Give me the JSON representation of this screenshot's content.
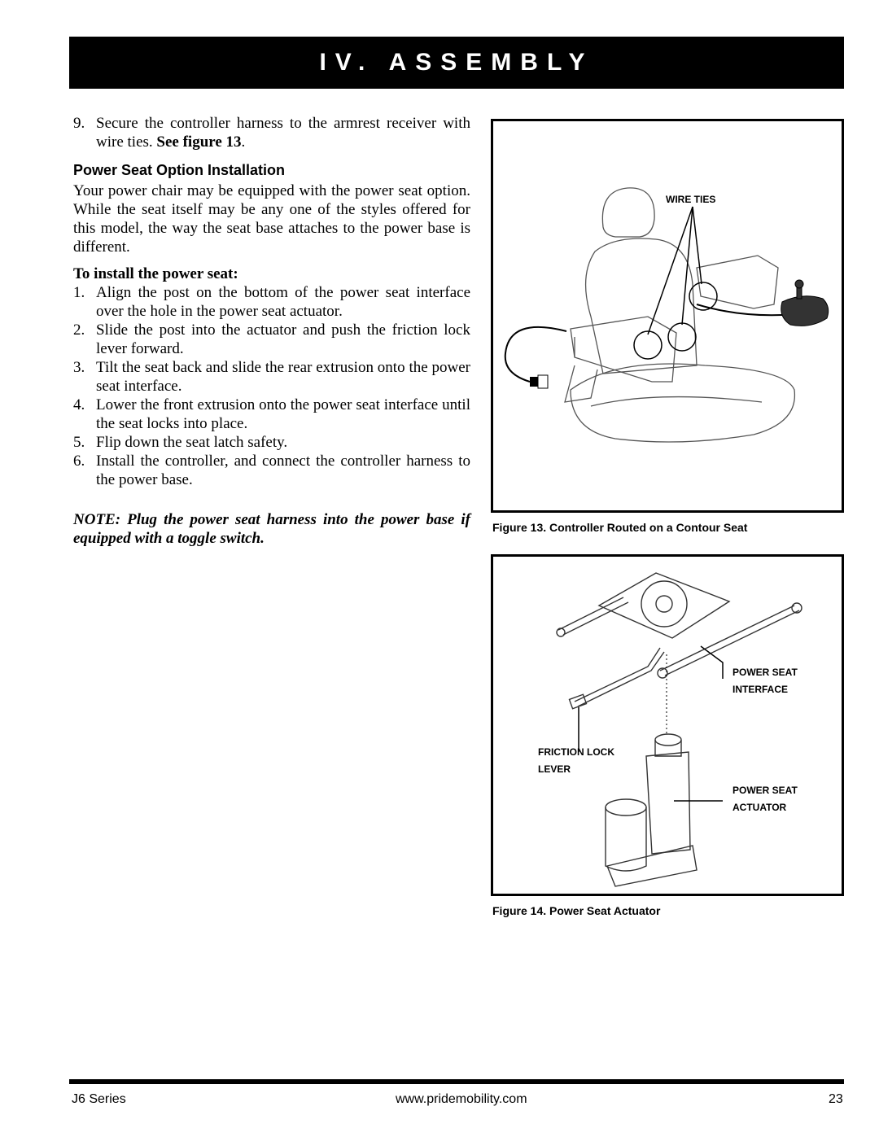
{
  "header": {
    "title": "IV. ASSEMBLY"
  },
  "intro_step": {
    "num": "9.",
    "text": "Secure the controller harness to the armrest receiver with wire ties. ",
    "ref": "See figure 13",
    "end": "."
  },
  "section": {
    "heading": "Power Seat Option Installation",
    "paragraph": "Your power chair may be equipped with the power seat option. While the seat itself may be any one of the styles offered for this model, the way the seat base attaches to the power base is different.",
    "subheading": "To install the power seat:",
    "steps": [
      {
        "num": "1.",
        "text": "Align the post on the bottom of the power seat interface over the hole in the power seat actuator."
      },
      {
        "num": "2.",
        "text": "Slide the post into the actuator and push the friction lock lever forward."
      },
      {
        "num": "3.",
        "text": "Tilt the seat back and slide the rear extrusion onto the power seat interface."
      },
      {
        "num": "4.",
        "text": "Lower the front extrusion onto the power seat interface until the seat locks into place."
      },
      {
        "num": "5.",
        "text": "Flip down the seat latch safety."
      },
      {
        "num": "6.",
        "text": "Install the controller, and connect the controller harness to the power base."
      }
    ],
    "note": "NOTE: Plug the power seat harness into the power base if equipped with a toggle switch."
  },
  "figure13": {
    "caption": "Figure 13. Controller Routed on a Contour Seat",
    "label_wire_ties": "WIRE TIES"
  },
  "figure14": {
    "caption": "Figure 14. Power Seat Actuator",
    "label_interface_1": "POWER SEAT",
    "label_interface_2": "INTERFACE",
    "label_friction_1": "FRICTION LOCK",
    "label_friction_2": "LEVER",
    "label_actuator_1": "POWER SEAT",
    "label_actuator_2": "ACTUATOR"
  },
  "footer": {
    "series": "J6 Series",
    "website": "www.pridemobility.com",
    "page": "23"
  }
}
